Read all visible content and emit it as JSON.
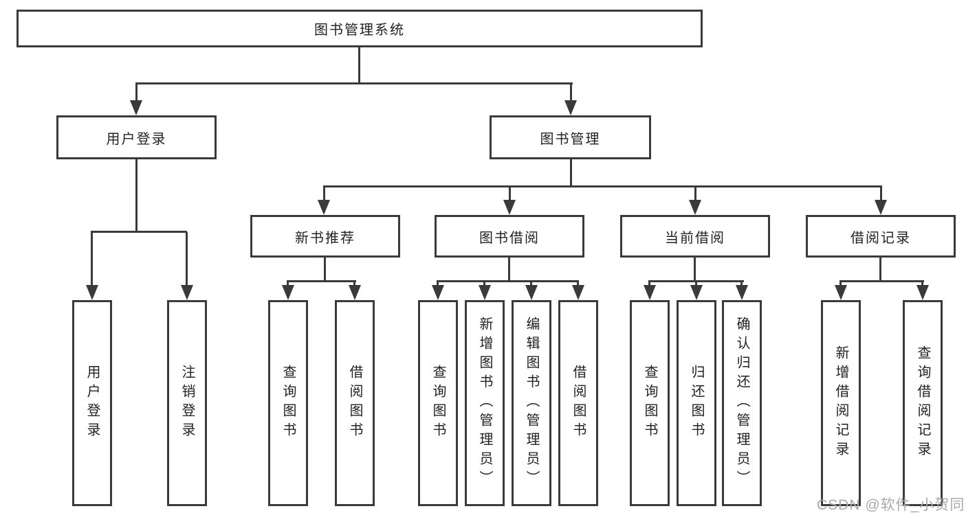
{
  "colors": {
    "line": "#3a3a3a",
    "text": "#222222",
    "watermark": "#a9a9a9",
    "background": "#ffffff"
  },
  "diagram": {
    "type": "hierarchy-tree",
    "root": "图书管理系统",
    "branches": [
      {
        "label": "用户登录",
        "children": [
          "用户登录",
          "注销登录"
        ]
      },
      {
        "label": "图书管理",
        "groups": [
          {
            "label": "新书推荐",
            "children": [
              "查询图书",
              "借阅图书"
            ]
          },
          {
            "label": "图书借阅",
            "children": [
              "查询图书",
              "新增图书（管理员）",
              "编辑图书（管理员）",
              "借阅图书"
            ]
          },
          {
            "label": "当前借阅",
            "children": [
              "查询图书",
              "归还图书",
              "确认归还（管理员）"
            ]
          },
          {
            "label": "借阅记录",
            "children": [
              "新增借阅记录",
              "查询借阅记录"
            ]
          }
        ]
      }
    ]
  },
  "watermark": "CSDN @软件_小贺同学"
}
